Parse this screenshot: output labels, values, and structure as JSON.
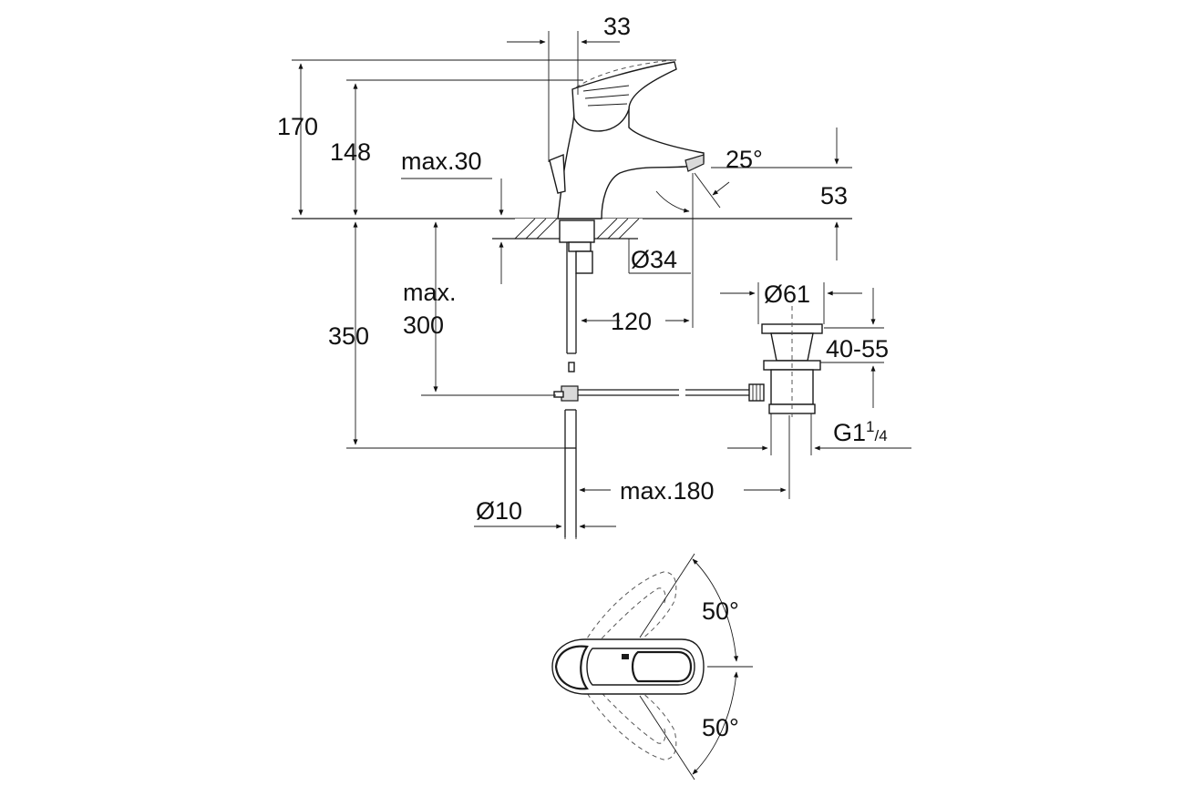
{
  "dimensions": {
    "d33": "33",
    "d170": "170",
    "d148": "148",
    "max30": "max.30",
    "angle25": "25°",
    "d53": "53",
    "dia34": "Ø34",
    "maxLabel": "max.",
    "d300": "300",
    "d350": "350",
    "d120": "120",
    "dia61": "Ø61",
    "d40_55": "40-55",
    "g114_main": "G1",
    "g114_num": "1",
    "g114_den": "/4",
    "max180": "max.180",
    "dia10": "Ø10",
    "angleTop": "50°",
    "angleBottom": "50°"
  },
  "colors": {
    "line": "#1a1a1a",
    "background": "#ffffff"
  }
}
